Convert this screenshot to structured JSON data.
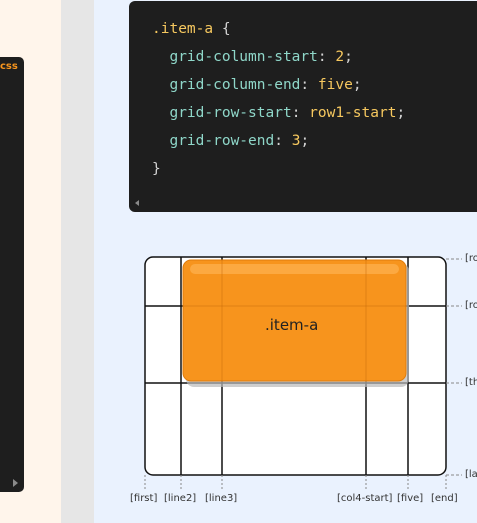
{
  "left_panel": {
    "lang_tag": "css"
  },
  "code": {
    "selector": ".item-a",
    "open_brace": "{",
    "close_brace": "}",
    "lines": [
      {
        "prop": "grid-column-start",
        "value": "2"
      },
      {
        "prop": "grid-column-end",
        "value": "five"
      },
      {
        "prop": "grid-row-start",
        "value": "row1-start"
      },
      {
        "prop": "grid-row-end",
        "value": "3"
      }
    ]
  },
  "diagram": {
    "item_label": ".item-a",
    "item_color": "#f7941d",
    "column_labels": [
      "[first]",
      "[line2]",
      "[line3]",
      "[col4-start]",
      "[five]",
      "[end]"
    ],
    "row_labels": [
      "[ro",
      "[ro",
      "[th",
      "[la"
    ]
  }
}
